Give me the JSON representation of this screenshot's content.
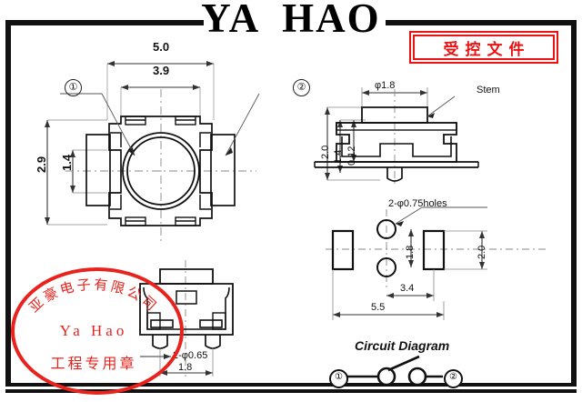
{
  "document": {
    "title": "YA  HAO",
    "controlled_mark": "受控文件"
  },
  "stamp": {
    "arc_text": "亚豪电子有限公司",
    "middle_text": "Ya Hao",
    "bottom_text": "工程专用章",
    "color": "#e8231e"
  },
  "views": {
    "top_view": {
      "name": "top-view",
      "dimensions": {
        "overall_width": "5.0",
        "body_width": "3.9",
        "overall_height": "2.9",
        "terminal_height": "1.4"
      },
      "callouts": [
        {
          "id": "1",
          "label": "①"
        },
        {
          "id": "2",
          "label": "②"
        }
      ]
    },
    "side_view": {
      "name": "side-view",
      "dimensions": {
        "stem_diameter": "φ1.8",
        "total_height": "2.0",
        "body_height": "1.4",
        "lead_thickness": "0.12"
      },
      "labels": {
        "stem": "Stem"
      }
    },
    "front_view": {
      "name": "front-view",
      "dimensions": {
        "boss_diameter": "2-φ0.65",
        "boss_spacing": "1.8"
      }
    },
    "pcb_layout": {
      "name": "pcb-footprint",
      "dimensions": {
        "holes": "2-φ0.75holes",
        "hole_spacing": "1.8",
        "pad_height": "2.0",
        "hole_to_pad": "3.4",
        "overall_span": "5.5"
      }
    },
    "circuit": {
      "name": "circuit-diagram",
      "title": "Circuit Diagram",
      "terminals": [
        {
          "id": "1",
          "label": "①"
        },
        {
          "id": "2",
          "label": "②"
        }
      ]
    }
  },
  "colors": {
    "line": "#111111",
    "dimension": "#444444",
    "red": "#e11111",
    "centerline": "#777777"
  }
}
